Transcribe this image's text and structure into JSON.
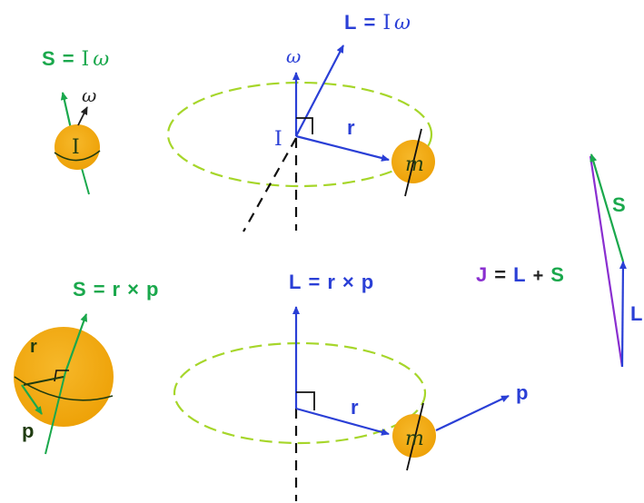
{
  "colors": {
    "spin": "#1aa84c",
    "orbital": "#2a3fd6",
    "total": "#8a2fd0",
    "orbit": "#a6d62a",
    "ball": "#f2aa0c",
    "ball_edge": "#c98a00",
    "dash": "#111111",
    "text_dark": "#222222"
  },
  "top_left": {
    "equation": {
      "lhs": "S",
      "eq": "=",
      "i": "I",
      "omega": "ω"
    },
    "omega_label": "ω",
    "inertia_label": "I"
  },
  "top_center": {
    "equation": {
      "lhs": "L",
      "eq": "=",
      "i": "I",
      "omega": "ω"
    },
    "omega_label": "ω",
    "inertia_label": "I",
    "r_label": "r",
    "mass_label": "m"
  },
  "bottom_left": {
    "equation": {
      "lhs": "S",
      "eq": "=",
      "r": "r",
      "x": "×",
      "p": "p"
    },
    "r_label": "r",
    "p_label": "p"
  },
  "bottom_center": {
    "equation": {
      "lhs": "L",
      "eq": "=",
      "r": "r",
      "x": "×",
      "p": "p"
    },
    "r_label": "r",
    "mass_label": "m",
    "p_label": "p"
  },
  "right": {
    "equation": {
      "j": "J",
      "eq": "=",
      "l": "L",
      "plus": "+",
      "s": "S"
    },
    "s_label": "S",
    "l_label": "L"
  }
}
